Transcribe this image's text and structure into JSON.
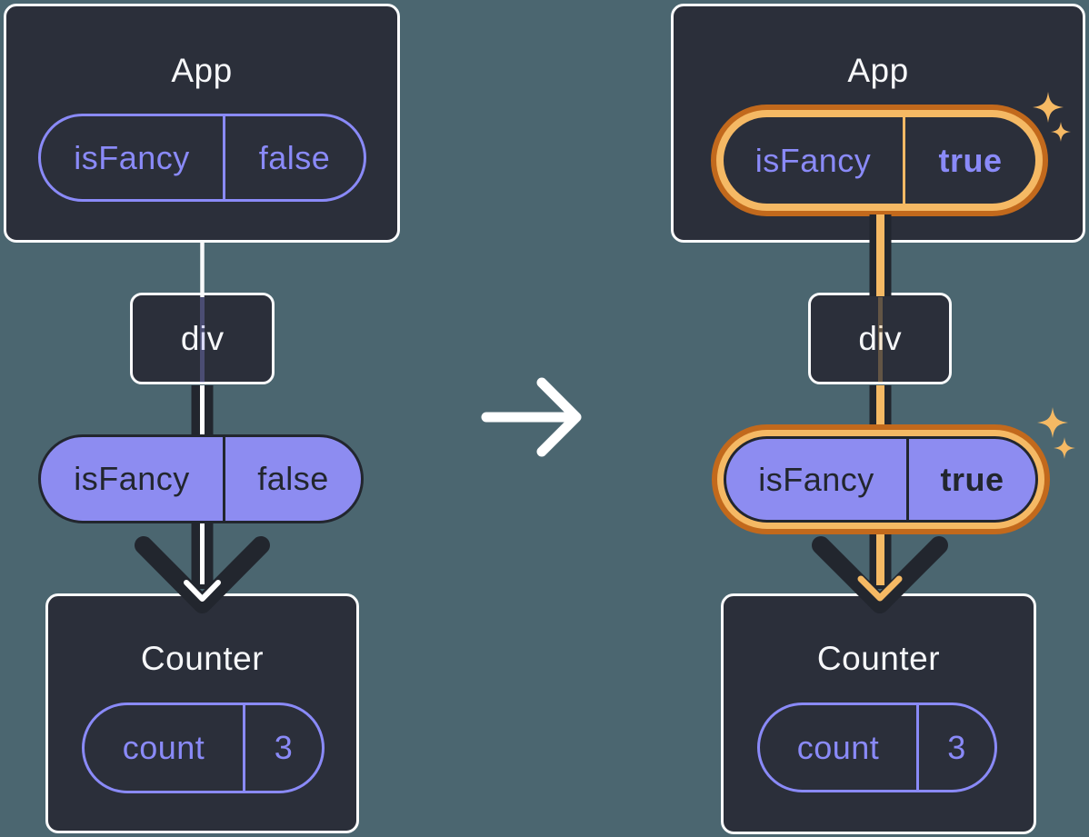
{
  "colors": {
    "background": "#4B6670",
    "card_bg": "#2B2F3A",
    "card_border": "#F9FAFB",
    "ink_dark": "#22262E",
    "accent_purple": "#8A8AF8",
    "purple_fill": "#8D8CF1",
    "orange_light": "#F5B964",
    "orange_dark": "#C2691C",
    "text_light": "#F6F7F9"
  },
  "icons": {
    "transition": "arrow-right-icon",
    "highlight": "sparkles-icon"
  },
  "left_tree": {
    "app": {
      "title": "App",
      "prop": {
        "name": "isFancy",
        "value": "false"
      }
    },
    "div_node": {
      "label": "div"
    },
    "passed_prop": {
      "name": "isFancy",
      "value": "false"
    },
    "counter": {
      "title": "Counter",
      "state": {
        "name": "count",
        "value": "3"
      }
    }
  },
  "right_tree": {
    "app": {
      "title": "App",
      "prop": {
        "name": "isFancy",
        "value": "true"
      }
    },
    "div_node": {
      "label": "div"
    },
    "passed_prop": {
      "name": "isFancy",
      "value": "true"
    },
    "counter": {
      "title": "Counter",
      "state": {
        "name": "count",
        "value": "3"
      }
    }
  }
}
